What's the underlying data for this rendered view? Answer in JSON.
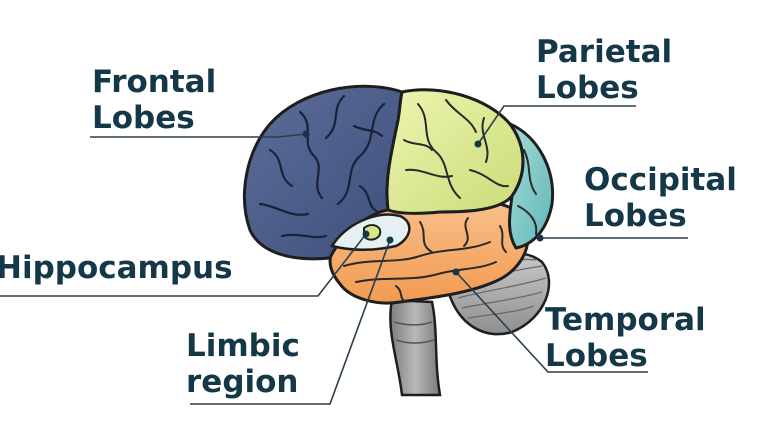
{
  "colors": {
    "frontal": "#4e5f8e",
    "parietal": "#dcea9a",
    "occipital": "#7ecac8",
    "temporal": "#f5ab6a",
    "limbic": "#e4eef0",
    "cerebellum": "#b5b5b5",
    "brainstem": "#9a9a9a",
    "label_text": "#143848",
    "leader_line": "#2b3e4e"
  },
  "labels": {
    "frontal": {
      "line1": "Frontal",
      "line2": "Lobes"
    },
    "parietal": {
      "line1": "Parietal",
      "line2": "Lobes"
    },
    "occipital": {
      "line1": "Occipital",
      "line2": "Lobes"
    },
    "hippocampus": {
      "line1": "Hippocampus"
    },
    "limbic": {
      "line1": "Limbic",
      "line2": "region"
    },
    "temporal": {
      "line1": "Temporal",
      "line2": "Lobes"
    }
  }
}
